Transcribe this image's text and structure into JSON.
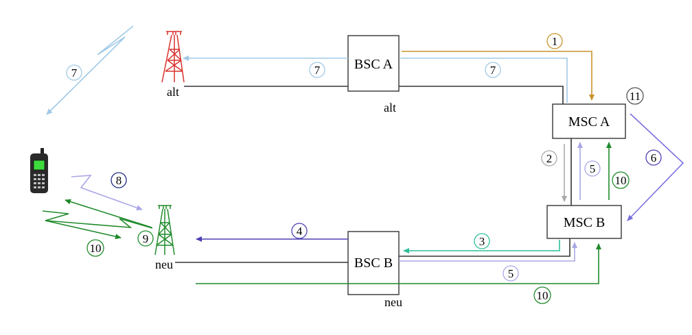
{
  "colors": {
    "black": "#333333",
    "gold": "#c9932a",
    "lightblue": "#9fc9e6",
    "gray": "#a8a8a8",
    "teal": "#2dbf9a",
    "darkblue": "#4b3fb3",
    "lavender": "#a9a6e6",
    "purple": "#7b6fe0",
    "green": "#1f8a2a",
    "red": "#d9302c"
  },
  "nodes": {
    "bsc_a": "BSC A",
    "bsc_b": "BSC B",
    "msc_a": "MSC A",
    "msc_b": "MSC B"
  },
  "tags": {
    "alt_tower": "alt",
    "alt_bsc": "alt",
    "neu_tower": "neu",
    "neu_bsc": "neu"
  },
  "steps": {
    "s1": "1",
    "s2": "2",
    "s3": "3",
    "s4": "4",
    "s5a": "5",
    "s5b": "5",
    "s6": "6",
    "s7a": "7",
    "s7b": "7",
    "s7c": "7",
    "s8": "8",
    "s9": "9",
    "s10a": "10",
    "s10b": "10",
    "s10c": "10",
    "s11": "11"
  },
  "icons": {
    "phone": "mobile-phone-icon",
    "tower_old": "antenna-tower-icon",
    "tower_new": "antenna-tower-icon"
  }
}
